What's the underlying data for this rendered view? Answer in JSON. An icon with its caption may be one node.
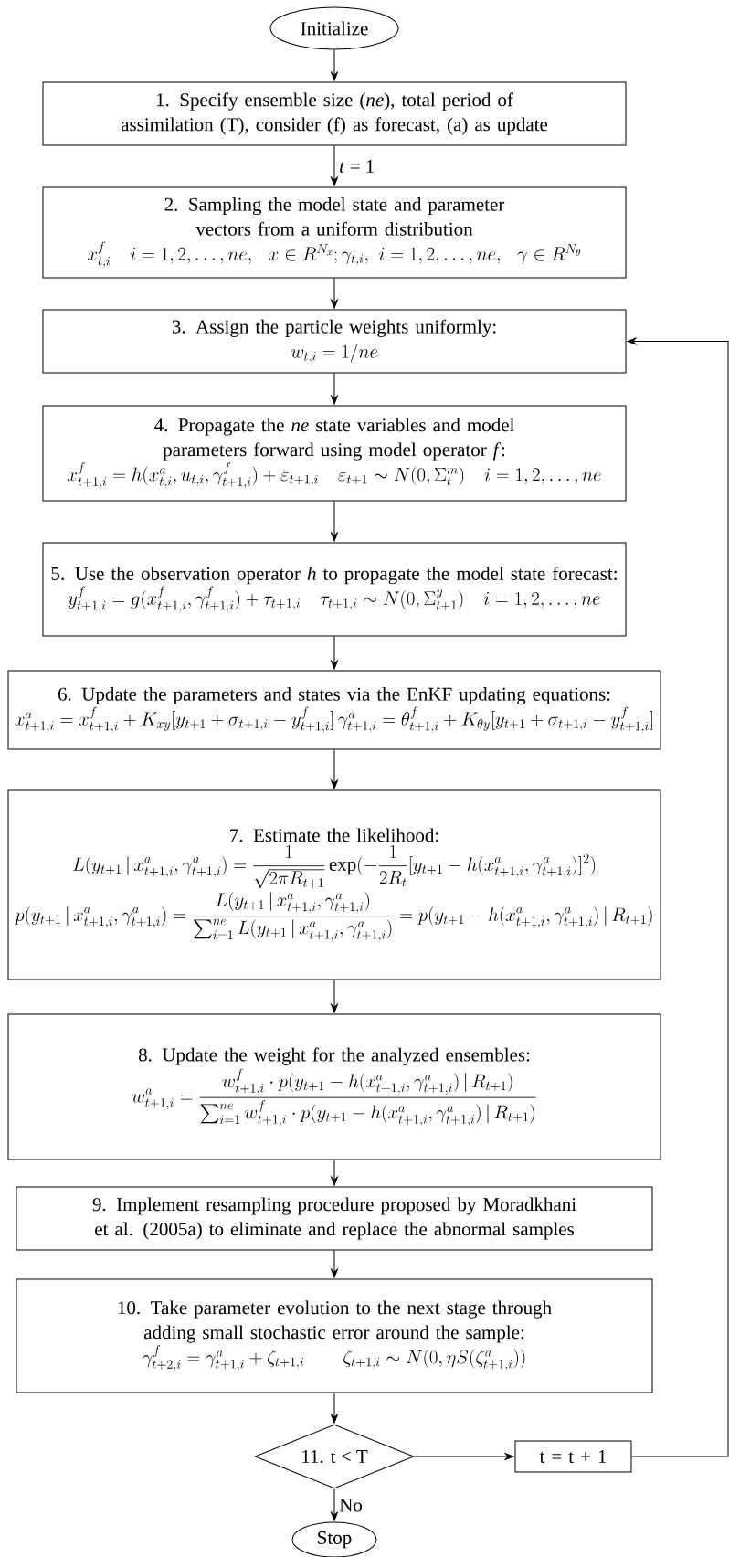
{
  "diagram": {
    "nodes": [
      {
        "text": [
          "Initialize"
        ]
      },
      {
        "text": [
          "1. Specify ensemble size (*ne*), total period of assimilation (T), consider (f) as forecast, (a) as update"
        ]
      },
      {
        "text": [
          "2. Sampling the model state and parameter vectors from a uniform distribution",
          "x^f_{t,i}\\quad i=1,2,\\ldots,ne,\\ \\ x\\in R^{N_x};\\gamma_{t,i},\\ i=1,2,\\ldots,ne,\\ \\ \\gamma\\in R^{N_\\theta}"
        ]
      },
      {
        "text": [
          "3. Assign the particle weights uniformly:",
          "w_{t,i}=1/ne"
        ]
      },
      {
        "text": [
          "4. Propagate the *ne* state variables and model parameters forward using model operator *f*:",
          "x^f_{t+1,i}=h(x^a_{t,i},u_{t,i},\\gamma^f_{t+1,i})+\\varepsilon_{t+1,i}\\quad \\varepsilon_{t+1}\\sim N(0,\\Sigma^m_t)\\quad i=1,2,\\ldots,ne"
        ]
      },
      {
        "text": [
          "5. Use the observation operator *h* to propagate the model state forecast:",
          "y^f_{t+1,i}=g(x^f_{t+1,i},\\gamma^f_{t+1,i})+\\tau_{t+1,i}\\quad \\tau_{t+1,i}\\sim N(0,\\Sigma^y_{t+1})\\quad i=1,2,\\ldots,ne"
        ]
      },
      {
        "text": [
          "6. Update the parameters and states via the EnKF updating equations:",
          "x^a_{t+1,i}=x^f_{t+1,i}+K_{xy}[y_{t+1}+\\sigma_{t+1,i}-y^f_{t+1,i}]\\,\\gamma^a_{t+1,i}=\\theta^f_{t+1,i}+K_{\\theta y}[y_{t+1}+\\sigma_{t+1,i}-y^f_{t+1,i}]"
        ]
      },
      {
        "text": [
          "7. Estimate the likelihood:",
          "L(y_{t+1}\\,|\\,x^a_{t+1,i},\\gamma^a_{t+1,i})=\\frac{1}{\\sqrt{2\\pi R_{t+1}}}\\exp(-\\frac{1}{2R_t}[y_{t+1}-h(x^a_{t+1,i},\\gamma^a_{t+1,i})]^2)",
          "p(y_{t+1}\\,|\\,x^a_{t+1,i},\\gamma^a_{t+1,i})=\\frac{L(y_{t+1}\\,|\\,x^a_{t+1,i},\\gamma^a_{t+1,i})}{\\sum_{i=1}^{ne}L(y_{t+1}\\,|\\,x^a_{t+1,i},\\gamma^a_{t+1,i})}=p(y_{t+1}-h(x^a_{t+1,i},\\gamma^a_{t+1,i})\\,|\\,R_{t+1})"
        ]
      },
      {
        "text": [
          "8. Update the weight for the analyzed ensembles:",
          "w^a_{t+1,i}=\\frac{w^f_{t+1,i}\\cdot p(y_{t+1}-h(x^a_{t+1,i},\\gamma^a_{t+1,i})\\,|\\,R_{t+1})}{\\sum_{i=1}^{ne}w^f_{t+1,i}\\cdot p(y_{t+1}-h(x^a_{t+1,i},\\gamma^a_{t+1,i})\\,|\\,R_{t+1})}"
        ]
      },
      {
        "text": [
          "9. Implement resampling procedure proposed by Moradkhani et al. (2005a) to eliminate and replace the abnormal samples"
        ]
      },
      {
        "text": [
          "10. Take parameter evolution to the next stage through adding small stochastic error around the sample:",
          "\\gamma^f_{t+2,i}=\\gamma^a_{t+1,i}+\\zeta_{t+1,i}\\qquad \\zeta_{t+1,i}\\sim N(0,\\eta S(\\zeta^a_{t+1,i}))"
        ]
      },
      {
        "text": [
          "11. t < T"
        ]
      },
      {
        "text": [
          "t = t + 1"
        ]
      },
      {
        "text": [
          "Stop"
        ]
      }
    ],
    "edges": [
      {
        "from": 0,
        "to": 1,
        "arrow": "to"
      },
      {
        "from": 1,
        "to": 2,
        "arrow": "to",
        "label": "*t* = 1"
      },
      {
        "from": 2,
        "to": 3,
        "arrow": "to"
      },
      {
        "from": 3,
        "to": 4,
        "arrow": "to"
      },
      {
        "from": 4,
        "to": 5,
        "arrow": "to"
      },
      {
        "from": 5,
        "to": 6,
        "arrow": "to"
      },
      {
        "from": 6,
        "to": 7,
        "arrow": "to"
      },
      {
        "from": 7,
        "to": 8,
        "arrow": "to"
      },
      {
        "from": 8,
        "to": 9,
        "arrow": "to"
      },
      {
        "from": 9,
        "to": 10,
        "arrow": "to"
      },
      {
        "from": 10,
        "to": 11,
        "arrow": "to"
      },
      {
        "from": 11,
        "to": 12,
        "arrow": "to"
      },
      {
        "from": 12,
        "to": 3,
        "arrow": "to"
      },
      {
        "from": 11,
        "to": 13,
        "arrow": "to",
        "label": "No"
      }
    ]
  }
}
